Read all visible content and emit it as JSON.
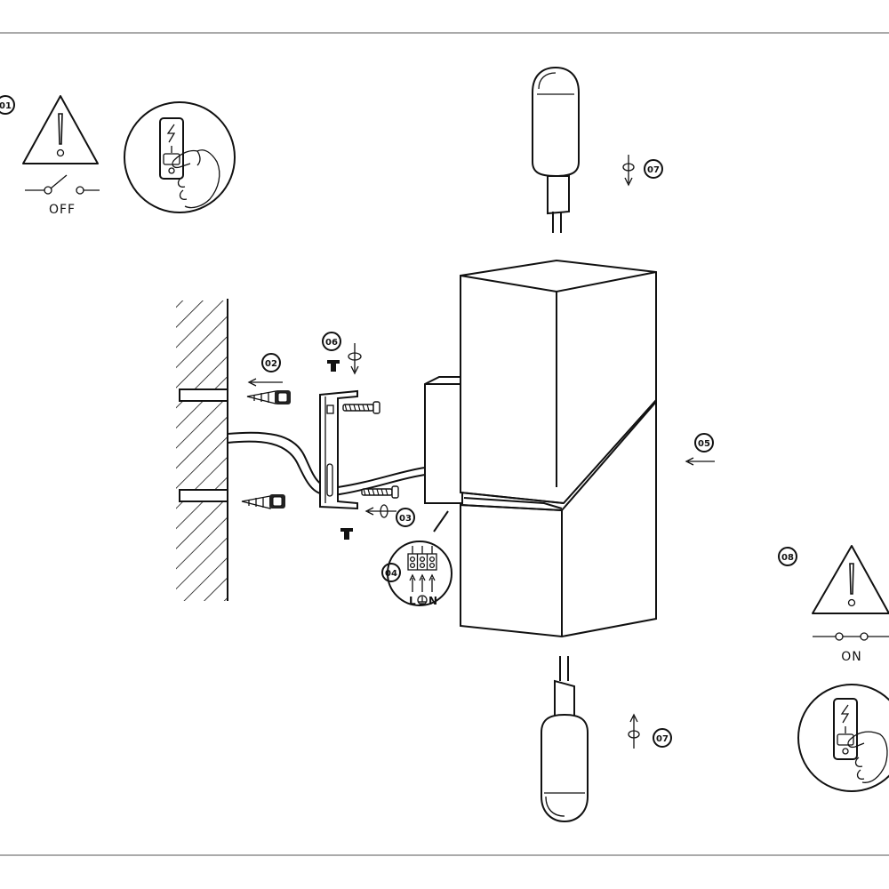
{
  "steps": {
    "s01": "01",
    "s02": "02",
    "s03": "03",
    "s04": "04",
    "s05": "05",
    "s06": "06",
    "s07_top": "07",
    "s07_bottom": "07",
    "s08": "08"
  },
  "switch_labels": {
    "off": "OFF",
    "on": "ON"
  },
  "terminal_labels": {
    "live": "L",
    "neutral": "N"
  },
  "icons": [
    "warning-triangle-icon",
    "wall-switch-icon",
    "hand-icon",
    "led-bulb-icon",
    "rotate-arrow-icon",
    "screw-icon",
    "wall-plug-icon",
    "terminal-block-icon",
    "ground-icon",
    "arrow-left-icon"
  ],
  "colors": {
    "line": "#111111",
    "background": "#ffffff"
  }
}
